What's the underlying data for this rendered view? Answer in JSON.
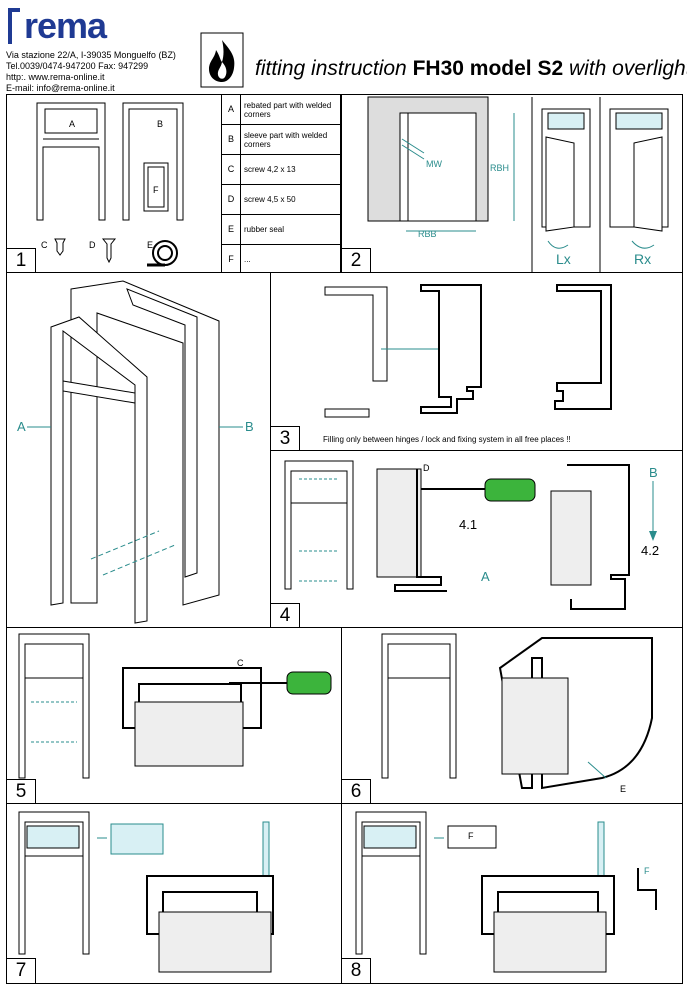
{
  "header": {
    "logo": "rema",
    "address": [
      "Via stazione 22/A, I-39035 Monguelfo (BZ)",
      "Tel.0039/0474-947200 Fax: 947299",
      "http:. www.rema-online.it",
      "E-mail: info@rema-online.it"
    ],
    "title_prefix": "fitting instruction",
    "title_model": "FH30 model S2",
    "title_suffix": "with overlight"
  },
  "legend": [
    {
      "key": "A",
      "text": "rebated part with welded corners"
    },
    {
      "key": "B",
      "text": "sleeve part with welded corners"
    },
    {
      "key": "C",
      "text": "screw 4,2 x 13"
    },
    {
      "key": "D",
      "text": "screw 4,5 x 50"
    },
    {
      "key": "E",
      "text": "rubber seal"
    },
    {
      "key": "F",
      "text": "..."
    }
  ],
  "steps": [
    "1",
    "2",
    "3",
    "4",
    "5",
    "6",
    "7",
    "8"
  ],
  "labels": {
    "a": "A",
    "b": "B",
    "c": "C",
    "d": "D",
    "e": "E",
    "f": "F",
    "mw": "MW",
    "rbh": "RBH",
    "rbb": "RBB",
    "lx": "Lx",
    "rx": "Rx",
    "s41": "4.1",
    "s42": "4.2"
  },
  "note3": "Filling only between hinges / lock and fixing system in all free places !!",
  "colors": {
    "brand": "#1f3a93",
    "teal": "#2a8c8c",
    "glass": "#d8f0f4",
    "green": "#3cb43c"
  }
}
